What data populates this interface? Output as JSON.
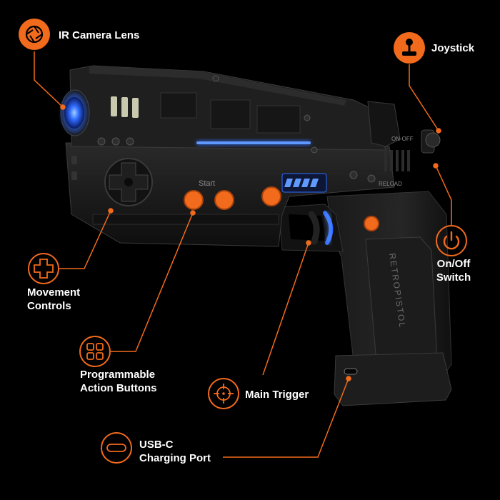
{
  "colors": {
    "background": "#000000",
    "accent_orange": "#f26a1b",
    "led_blue": "#2f6bff",
    "body_black": "#151515",
    "label_white": "#ffffff"
  },
  "device": {
    "start_label": "Start",
    "side_brand": "RETROPISTOL",
    "slide_marking": "ON-OFF",
    "rear_marking": "RELOAD"
  },
  "callouts": [
    {
      "id": "ir-camera-lens",
      "icon": "aperture-icon",
      "lines": [
        "IR Camera Lens"
      ]
    },
    {
      "id": "joystick",
      "icon": "joystick-icon",
      "lines": [
        "Joystick"
      ]
    },
    {
      "id": "on-off-switch",
      "icon": "power-icon",
      "lines": [
        "On/Off",
        "Switch"
      ]
    },
    {
      "id": "movement-controls",
      "icon": "dpad-icon",
      "lines": [
        "Movement",
        "Controls"
      ]
    },
    {
      "id": "action-buttons",
      "icon": "grid-buttons-icon",
      "lines": [
        "Programmable",
        "Action Buttons"
      ]
    },
    {
      "id": "main-trigger",
      "icon": "crosshair-icon",
      "lines": [
        "Main Trigger"
      ]
    },
    {
      "id": "usb-c-port",
      "icon": "usb-c-icon",
      "lines": [
        "USB-C",
        "Charging Port"
      ]
    }
  ]
}
